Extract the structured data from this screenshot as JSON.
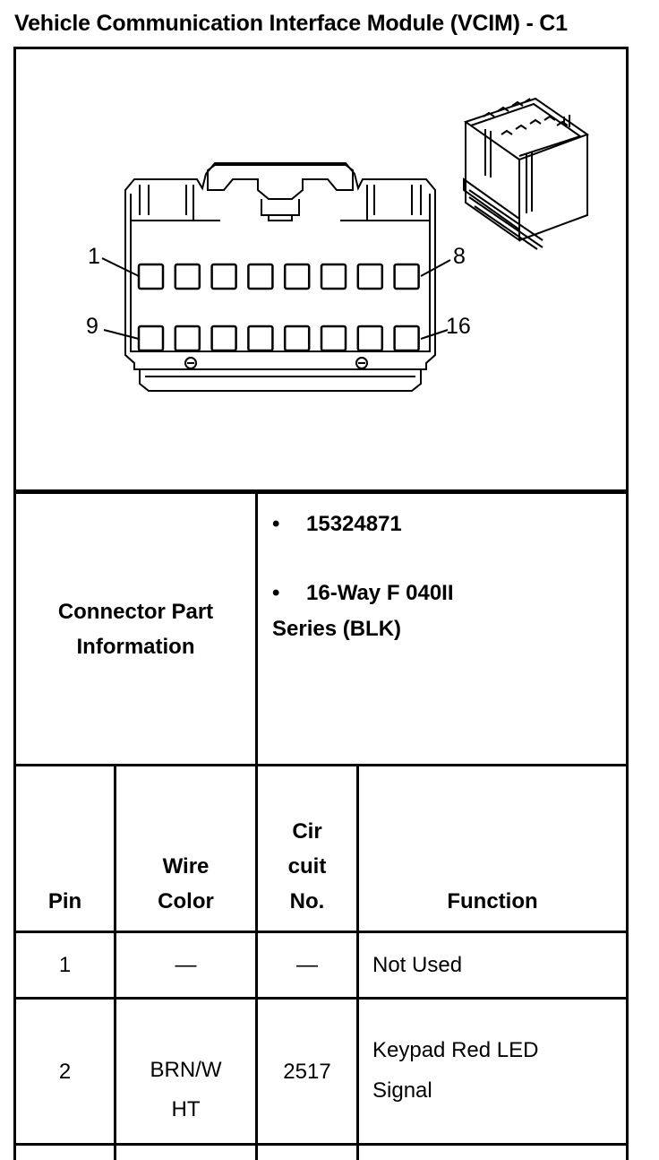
{
  "title": "Vehicle Communication Interface Module (VCIM) - C1",
  "diagram": {
    "pin_labels": [
      "1",
      "8",
      "9",
      "16"
    ]
  },
  "connector_info": {
    "label_line1": "Connector Part",
    "label_line2": "Information",
    "bullet_symbol": "•",
    "part_number": "15324871",
    "description_line1": "16-Way F 040II",
    "description_line2": "Series (BLK)"
  },
  "table": {
    "headers": {
      "pin": "Pin",
      "wire_color_line1": "Wire",
      "wire_color_line2": "Color",
      "circuit_line1": "Cir",
      "circuit_line2": "cuit",
      "circuit_line3": "No.",
      "function": "Function"
    },
    "rows": [
      {
        "pin": "1",
        "wire_color": "—",
        "circuit": "—",
        "function": "Not Used"
      },
      {
        "pin": "2",
        "wire_color_line1": "BRN/W",
        "wire_color_line2": "HT",
        "circuit": "2517",
        "function_line1": "Keypad Red LED",
        "function_line2": "Signal"
      }
    ]
  }
}
